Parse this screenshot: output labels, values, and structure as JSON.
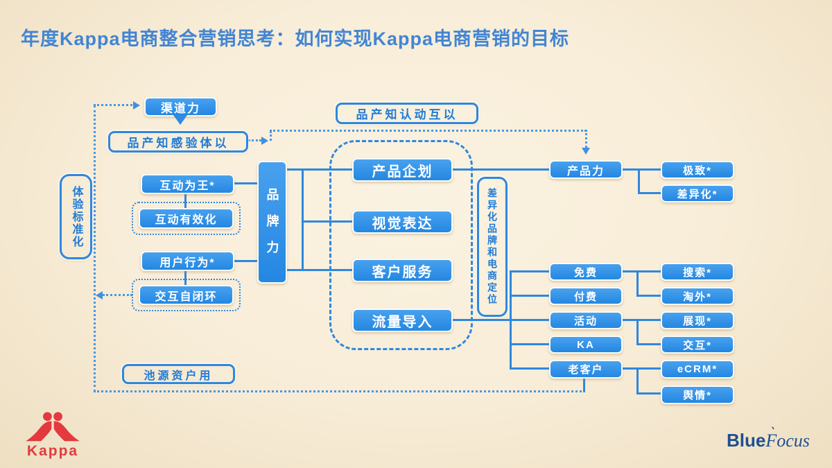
{
  "slide": {
    "title": "年度Kappa电商整合营销思考：如何实现Kappa电商营销的目标"
  },
  "colors": {
    "accent_blue": "#2f87de",
    "node_fill": "#2f93e8",
    "background_cream": "#f8edd8",
    "title_blue": "#4285d4",
    "kappa_red": "#e23a3e",
    "bluefocus_navy": "#1d4f91"
  },
  "nodes": {
    "qudaoli": "渠道力",
    "pin_gan_yan": "品产知感验体以",
    "pin_ren_dong": "品产知认动互以",
    "tiyan_biaozhunhua": "体验标准化",
    "hudong_weiwang": "互动为王*",
    "hudong_youxiaohua": "互动有效化",
    "yonghu_xingwei": "用户行为*",
    "jiaohu_zibihuan": "交互自闭环",
    "pinpaili": "品牌力",
    "chanpin_qihua": "产品企划",
    "shijue_biaoda": "视觉表达",
    "kehu_fuwu": "客户服务",
    "liuliang_daoru": "流量导入",
    "chayihua_dingwei": "差异化品牌和电商定位",
    "chanpinli": "产品力",
    "jizhi": "极致*",
    "chayihua": "差异化*",
    "mianfei": "免费",
    "fufei": "付费",
    "huodong": "活动",
    "ka": "KA",
    "laokehu": "老客户",
    "sousuo": "搜索*",
    "taowai": "淘外*",
    "zhanxian": "展现*",
    "jiaohu": "交互*",
    "ecrm": "eCRM*",
    "yuqing": "舆情*",
    "chiyuan": "池源资户用"
  },
  "logos": {
    "kappa_text": "Kappa",
    "bluefocus_part1": "Blue",
    "bluefocus_part2": "Focus"
  }
}
